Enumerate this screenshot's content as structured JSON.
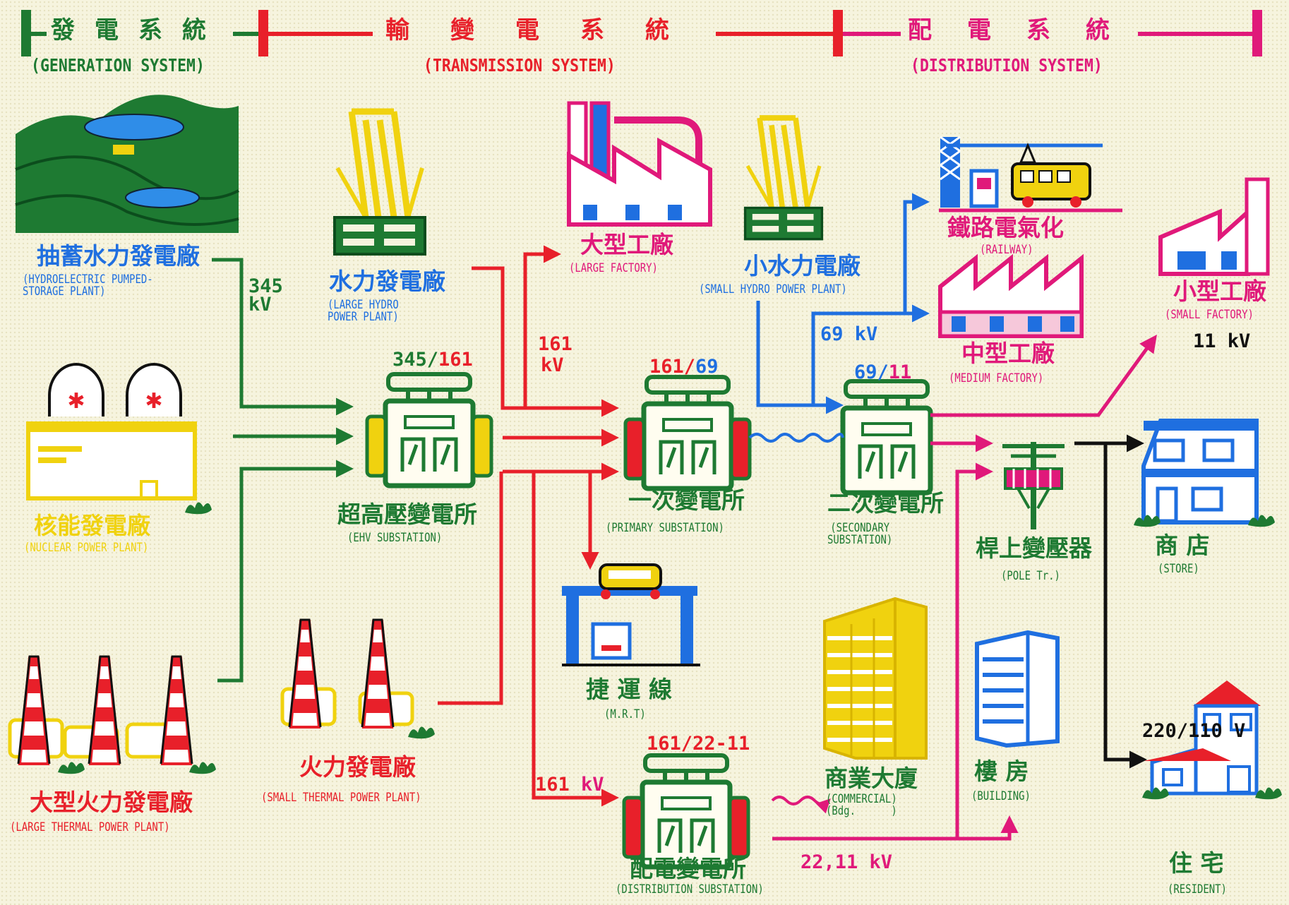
{
  "header": {
    "generation": {
      "zh": "發電系統",
      "en": "(GENERATION SYSTEM)"
    },
    "transmission": {
      "zh": "輸變電系統",
      "en": "(TRANSMISSION SYSTEM)"
    },
    "distribution": {
      "zh": "配電系統",
      "en": "(DISTRIBUTION SYSTEM)"
    }
  },
  "colors": {
    "generation": "#1e7a32",
    "transmission": "#e8202a",
    "distribution": "#e0197a",
    "blue": "#1f6fe0",
    "yellow": "#f0d20f",
    "black": "#111111"
  },
  "plants": {
    "pumped": {
      "zh": "抽蓄水力發電廠",
      "en": "(HYDROELECTRIC PUMPED-\nSTORAGE PLANT)"
    },
    "nuclear": {
      "zh": "核能發電廠",
      "en": "(NUCLEAR POWER PLANT)"
    },
    "large_thermal": {
      "zh": "大型火力發電廠",
      "en": "(LARGE THERMAL POWER PLANT)"
    },
    "large_hydro": {
      "zh": "水力發電廠",
      "en": "(LARGE HYDRO\nPOWER PLANT)"
    },
    "small_thermal": {
      "zh": "火力發電廠",
      "en": "(SMALL THERMAL POWER PLANT)"
    },
    "small_hydro": {
      "zh": "小水力電廠",
      "en": "(SMALL HYDRO POWER PLANT)"
    }
  },
  "substations": {
    "ehv": {
      "zh": "超高壓變電所",
      "en": "(EHV SUBSTATION)",
      "ratio_a": "345/",
      "ratio_b": "161"
    },
    "primary": {
      "zh": "一次變電所",
      "en": "(PRIMARY SUBSTATION)",
      "ratio_a": "161/",
      "ratio_b": "69"
    },
    "secondary": {
      "zh": "二次變電所",
      "en": "(SECONDARY\nSUBSTATION)",
      "ratio_a": "69/",
      "ratio_b": "11"
    },
    "distribution": {
      "zh": "配電變電所",
      "en": "(DISTRIBUTION SUBSTATION)",
      "ratio": "161/22-11"
    }
  },
  "consumers": {
    "large_factory": {
      "zh": "大型工廠",
      "en": "(LARGE FACTORY)"
    },
    "railway": {
      "zh": "鐵路電氣化",
      "en": "(RAILWAY)"
    },
    "medium_factory": {
      "zh": "中型工廠",
      "en": "(MEDIUM FACTORY)"
    },
    "small_factory": {
      "zh": "小型工廠",
      "en": "(SMALL FACTORY)"
    },
    "mrt": {
      "zh": "捷 運 線",
      "en": "(M.R.T)"
    },
    "pole": {
      "zh": "桿上變壓器",
      "en": "(POLE Tr.)"
    },
    "store": {
      "zh": "商 店",
      "en": "(STORE)"
    },
    "commercial": {
      "zh": "商業大廈",
      "en": "(COMMERCIAL)\n(Bdg.      )"
    },
    "building": {
      "zh": "樓 房",
      "en": "(BUILDING)"
    },
    "resident": {
      "zh": "住 宅",
      "en": "(RESIDENT)"
    }
  },
  "voltages": {
    "v345": "345",
    "v345_unit": "kV",
    "v161_upper": "161",
    "v161_upper_unit": "kV",
    "v69": "69",
    "v69_unit": "kV",
    "v11": "11",
    "v11_unit": "kV",
    "v161_lower": "161",
    "v161_lower_unit": "kV",
    "v22_11": "22,11",
    "v22_11_unit": "kV",
    "v220_110": "220/110 V"
  }
}
